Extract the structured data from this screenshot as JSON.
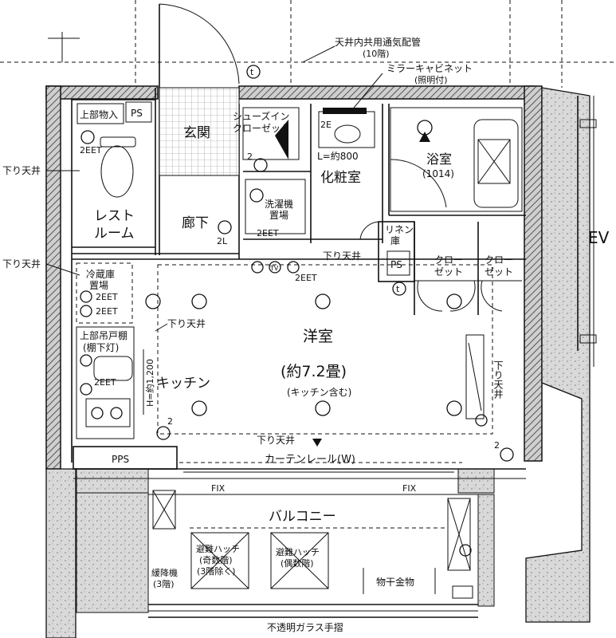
{
  "labels": {
    "ceiling_duct": "天井内共用通気配管",
    "ceiling_duct_floor": "(10階)",
    "mirror_cabinet": "ミラーキャビネット",
    "mirror_cabinet_sub": "(照明付)",
    "storage_upper": "上部物入",
    "ps_top": "PS",
    "entrance": "玄関",
    "shoe_closet_1": "シューズイン",
    "shoe_closet_2": "クローゼット",
    "vanity_width": "L=約800",
    "vanity": "化粧室",
    "bath": "浴室",
    "bath_size": "(1014)",
    "restroom_1": "レスト",
    "restroom_2": "ルーム",
    "hallway": "廊下",
    "washer_1": "洗濯機",
    "washer_2": "置場",
    "linen_1": "リネン",
    "linen_2": "庫",
    "ps_mid": "PS",
    "closet_a_1": "クロー",
    "closet_a_2": "ゼット",
    "closet_b_1": "クロー",
    "closet_b_2": "ゼット",
    "ev": "EV",
    "lowered_ceiling": "下り天井",
    "fridge_1": "冷蔵庫",
    "fridge_2": "置場",
    "upper_cupboard_1": "上部吊戸棚",
    "upper_cupboard_2": "(棚下灯)",
    "kitchen": "キッチン",
    "kitchen_height": "H=約1,200",
    "western_room": "洋室",
    "room_size": "(約7.2畳)",
    "room_size_note": "(キッチン含む)",
    "curtain_rail": "カーテンレール(W)",
    "pps": "PPS",
    "fix": "FIX",
    "balcony": "バルコニー",
    "escape_hatch_odd_1": "避難ハッチ",
    "escape_hatch_odd_2": "(奇数階)",
    "escape_hatch_odd_3": "(3階除く)",
    "escape_hatch_even_1": "避難ハッチ",
    "escape_hatch_even_2": "(偶数階)",
    "descender_1": "緩降機",
    "descender_2": "(3階)",
    "clothes_hanger": "物干金物",
    "railing": "不透明ガラス手摺",
    "outlet_2eet": "2EET",
    "outlet_2e": "2E",
    "outlet_2l": "2L",
    "outlet_2": "2",
    "tv": "TV",
    "t": "t"
  }
}
